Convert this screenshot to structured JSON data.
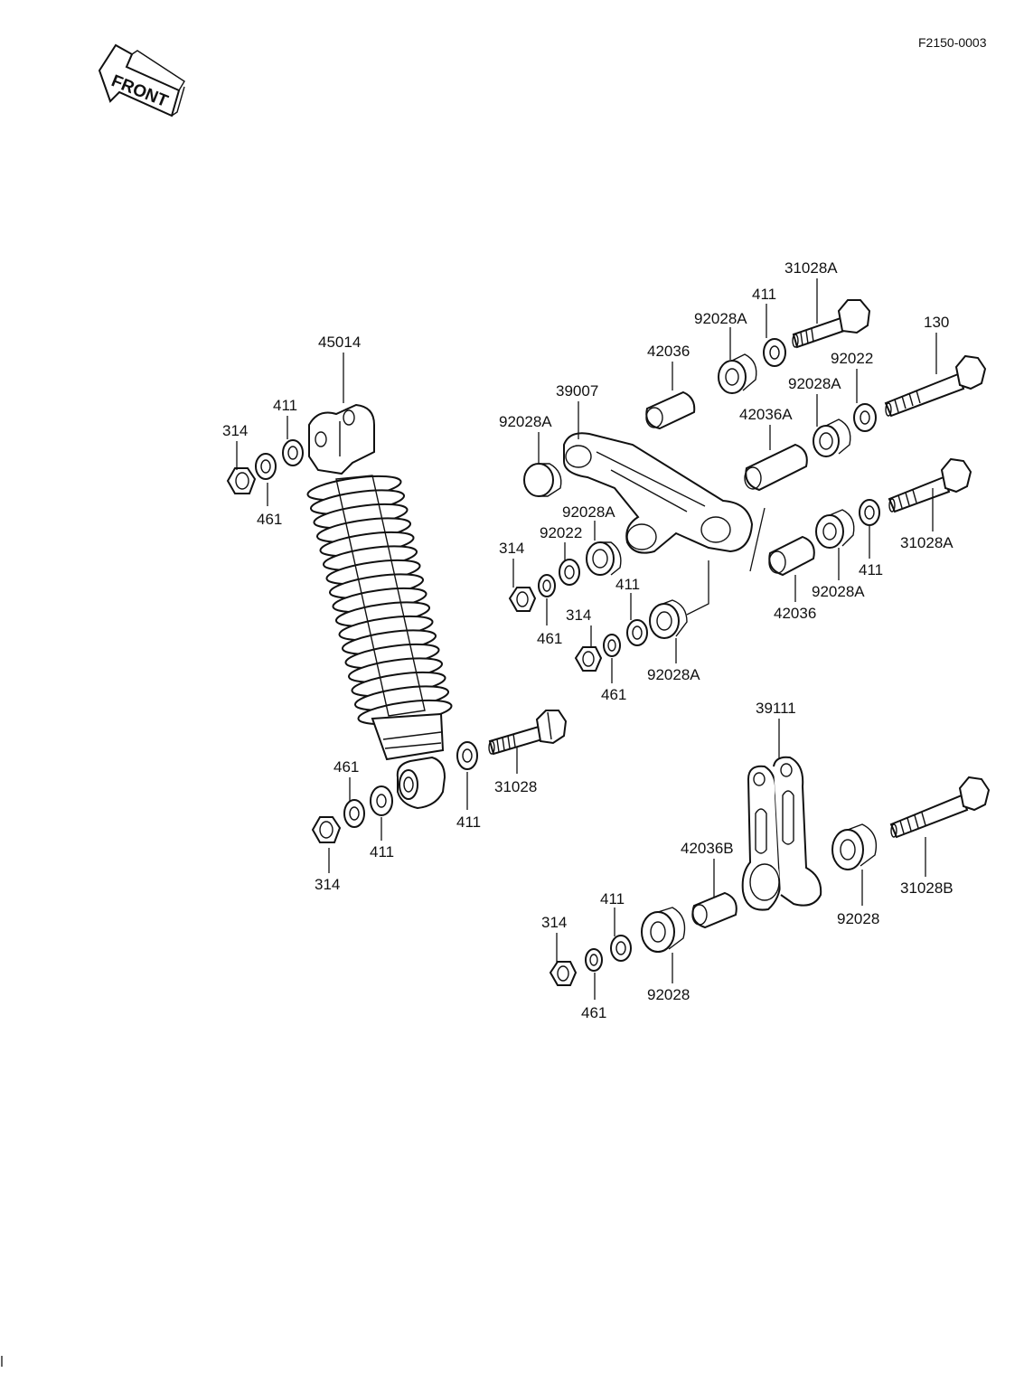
{
  "diagram_code": "F2150-0003",
  "front_arrow": {
    "text": "FRONT",
    "icon": "front-direction-arrow-icon"
  },
  "callouts": {
    "c45014": "45014",
    "c411_shock_top": "411",
    "c314_shock_top": "314",
    "c461_shock_top": "461",
    "c461_shock_bottom": "461",
    "c411_shock_bottom": "411",
    "c314_shock_bottom": "314",
    "c411_bolt": "411",
    "c31028": "31028",
    "c39007": "39007",
    "c92028A_rocker_left": "92028A",
    "c92028A_rocker_mid": "92028A",
    "c92022_rocker": "92022",
    "c314_rocker": "314",
    "c461_rocker": "461",
    "c411_rocker": "411",
    "c314_rocker_low": "314",
    "c461_rocker_low": "461",
    "c92028A_rocker_low": "92028A",
    "c42036_top": "42036",
    "c92028A_top": "92028A",
    "c411_top": "411",
    "c31028A_top": "31028A",
    "c130": "130",
    "c92022_right": "92022",
    "c92028A_right": "92028A",
    "c42036A": "42036A",
    "c31028A_right": "31028A",
    "c411_right": "411",
    "c92028A_right_low": "92028A",
    "c42036_right": "42036",
    "c39111": "39111",
    "c42036B": "42036B",
    "c92028_link_right": "92028",
    "c31028B": "31028B",
    "c411_link": "411",
    "c314_link": "314",
    "c461_link": "461",
    "c92028_link_left": "92028"
  }
}
